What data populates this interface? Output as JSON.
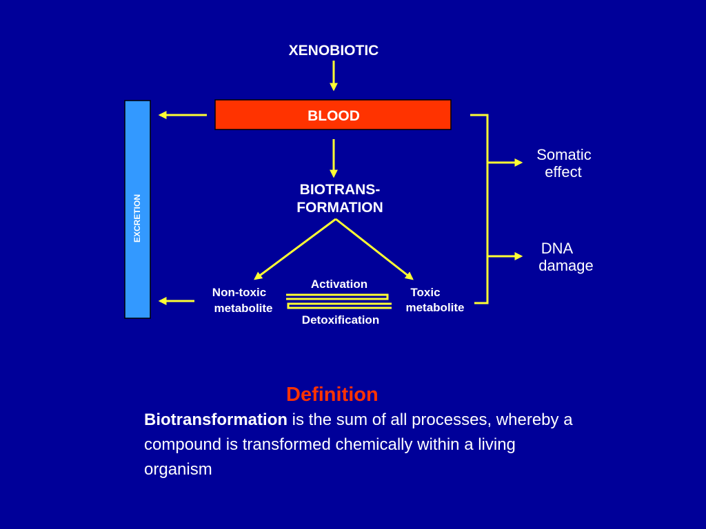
{
  "diagram": {
    "xenobiotic": "XENOBIOTIC",
    "blood": "BLOOD",
    "excretion": "EXCRETION",
    "biotrans_line1": "BIOTRANS-",
    "biotrans_line2": "FORMATION",
    "activation": "Activation",
    "detoxification": "Detoxification",
    "nontoxic_line1": "Non-toxic",
    "nontoxic_line2": "metabolite",
    "toxic_line1": "Toxic",
    "toxic_line2": "metabolite",
    "somatic_line1": "Somatic",
    "somatic_line2": "effect",
    "dna_line1": "DNA",
    "dna_line2": "damage"
  },
  "definition": {
    "heading": "Definition",
    "term": "Biotransformation",
    "text": " is the sum of all processes, whereby a compound is transformed chemically within a living organism"
  },
  "colors": {
    "background": "#000099",
    "arrow": "#ffff33",
    "blood_box": "#ff3300",
    "excretion_bar": "#3399ff",
    "heading": "#ff3300"
  }
}
